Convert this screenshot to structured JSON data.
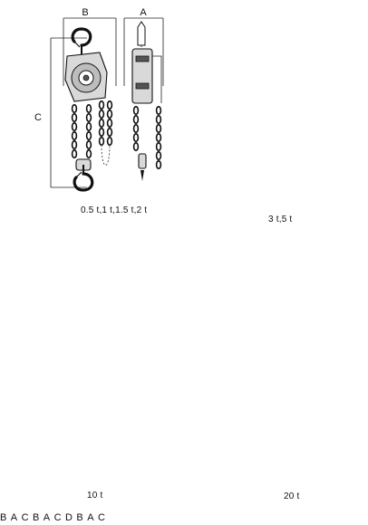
{
  "hoists": [
    {
      "caption": "0.5 t,1 t,1.5 t,2 t",
      "dim_a": "A",
      "dim_b": "B",
      "dim_c": "C"
    },
    {
      "caption": "3 t,5 t",
      "dim_a": "A",
      "dim_b": "B",
      "dim_c": "C"
    },
    {
      "caption": "10 t",
      "dim_a": "A",
      "dim_b": "B",
      "dim_c": "C",
      "dim_d": "D"
    },
    {
      "caption": "20 t",
      "dim_a": "A",
      "dim_b": "B",
      "dim_c": "C"
    }
  ]
}
